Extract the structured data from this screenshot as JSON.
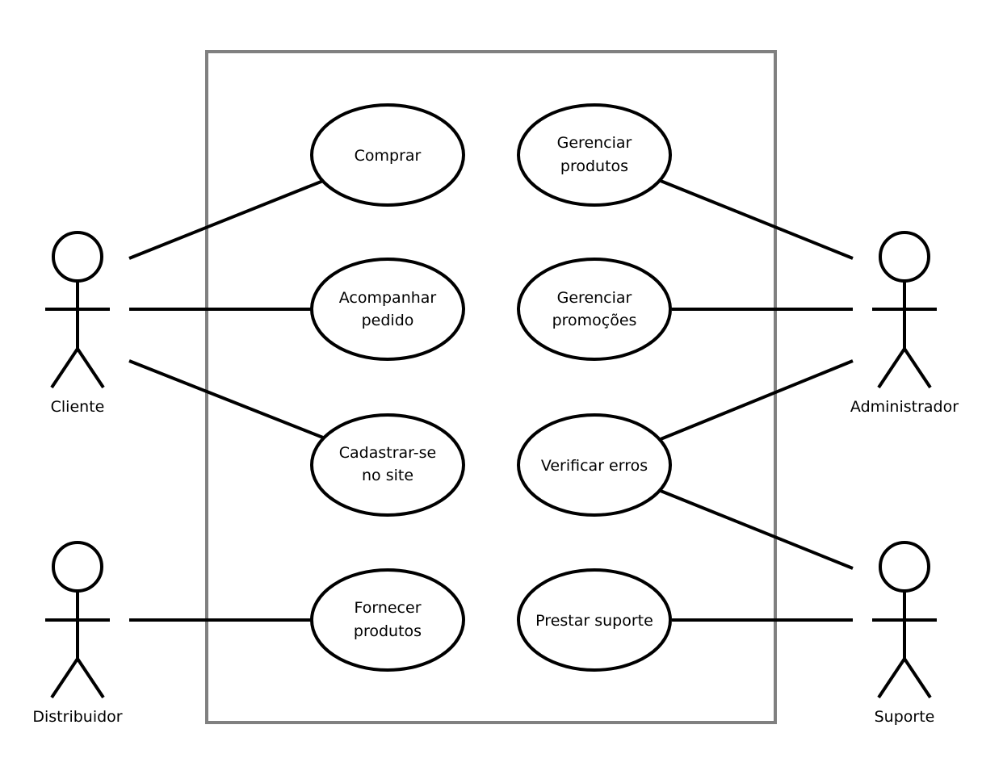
{
  "diagram": {
    "colors": {
      "boundary": "#808080",
      "ink": "#000000",
      "background": "#ffffff"
    },
    "actors": [
      {
        "id": "cliente",
        "label": "Cliente"
      },
      {
        "id": "distribuidor",
        "label": "Distribuidor"
      },
      {
        "id": "administrador",
        "label": "Administrador"
      },
      {
        "id": "suporte",
        "label": "Suporte"
      }
    ],
    "use_cases": [
      {
        "id": "comprar",
        "lines": [
          "Comprar"
        ]
      },
      {
        "id": "acompanhar",
        "lines": [
          "Acompanhar",
          "pedido"
        ]
      },
      {
        "id": "cadastrar",
        "lines": [
          "Cadastrar-se",
          "no site"
        ]
      },
      {
        "id": "fornecer",
        "lines": [
          "Fornecer",
          "produtos"
        ]
      },
      {
        "id": "gerenciar-produtos",
        "lines": [
          "Gerenciar",
          "produtos"
        ]
      },
      {
        "id": "gerenciar-promocoes",
        "lines": [
          "Gerenciar",
          "promoções"
        ]
      },
      {
        "id": "verificar",
        "lines": [
          "Verificar erros"
        ]
      },
      {
        "id": "prestar",
        "lines": [
          "Prestar suporte"
        ]
      }
    ],
    "associations": [
      [
        "cliente",
        "comprar"
      ],
      [
        "cliente",
        "acompanhar"
      ],
      [
        "cliente",
        "cadastrar"
      ],
      [
        "distribuidor",
        "fornecer"
      ],
      [
        "administrador",
        "gerenciar-produtos"
      ],
      [
        "administrador",
        "gerenciar-promocoes"
      ],
      [
        "administrador",
        "verificar"
      ],
      [
        "suporte",
        "verificar"
      ],
      [
        "suporte",
        "prestar"
      ]
    ]
  }
}
